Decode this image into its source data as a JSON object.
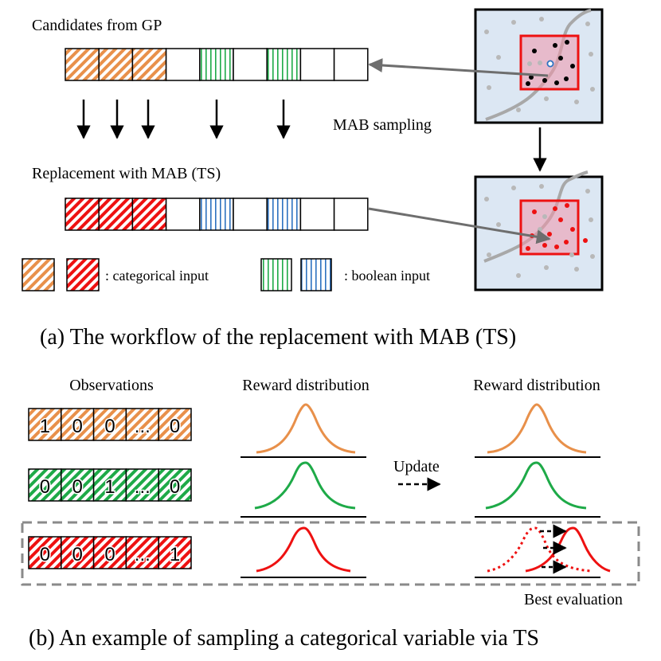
{
  "colors": {
    "orange": "#E8904A",
    "red": "#EE1111",
    "green": "#1EAA48",
    "blue": "#2D72C0",
    "panel_fill": "#DCE7F3",
    "dot_grey": "#B8B8B8",
    "curve_grey": "#A8A8A8",
    "dashed_border": "#8A8A8A"
  },
  "panel_a": {
    "label_candidates": "Candidates from GP",
    "label_replacement": "Replacement with MAB (TS)",
    "label_mab_sampling": "MAB sampling",
    "legend_categorical": ": categorical input",
    "legend_boolean": ": boolean input",
    "caption": "(a) The workflow of the replacement with MAB (TS)",
    "gp_cells": [
      "cat",
      "cat",
      "cat",
      "empty",
      "bool",
      "empty",
      "bool",
      "empty",
      "empty"
    ],
    "mab_cells": [
      "cat",
      "cat",
      "cat",
      "empty",
      "bool",
      "empty",
      "bool",
      "empty",
      "empty"
    ]
  },
  "panel_b": {
    "header_observations": "Observations",
    "header_reward_left": "Reward distribution",
    "header_reward_right": "Reward distribution",
    "label_update": "Update",
    "label_best": "Best evaluation",
    "caption": "(b) An example of sampling a categorical variable via TS",
    "rows": [
      {
        "color_key": "orange",
        "values": [
          "1",
          "0",
          "0",
          "...",
          "0"
        ]
      },
      {
        "color_key": "green",
        "values": [
          "0",
          "0",
          "1",
          "...",
          "0"
        ]
      },
      {
        "color_key": "red",
        "values": [
          "0",
          "0",
          "0",
          "...",
          "1"
        ]
      }
    ]
  }
}
